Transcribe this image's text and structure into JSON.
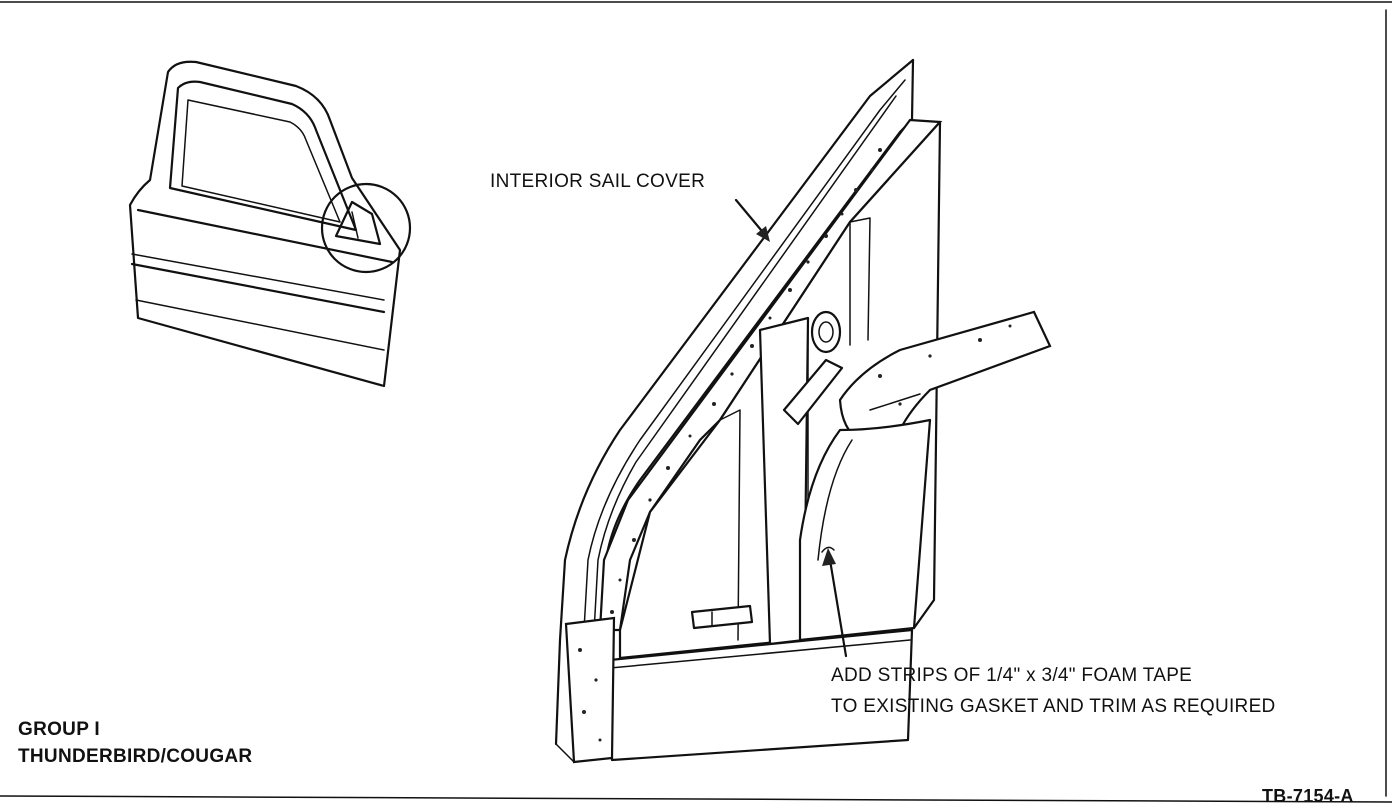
{
  "labels": {
    "sail_cover": "INTERIOR SAIL COVER",
    "foam_line1": "ADD STRIPS OF 1/4\" x 3/4\" FOAM TAPE",
    "foam_line2": "TO EXISTING GASKET AND TRIM AS REQUIRED",
    "group": "GROUP I",
    "vehicle": "THUNDERBIRD/COUGAR",
    "figure_code": "TB-7154-A"
  },
  "colors": {
    "ink": "#111111",
    "paper": "#ffffff"
  }
}
